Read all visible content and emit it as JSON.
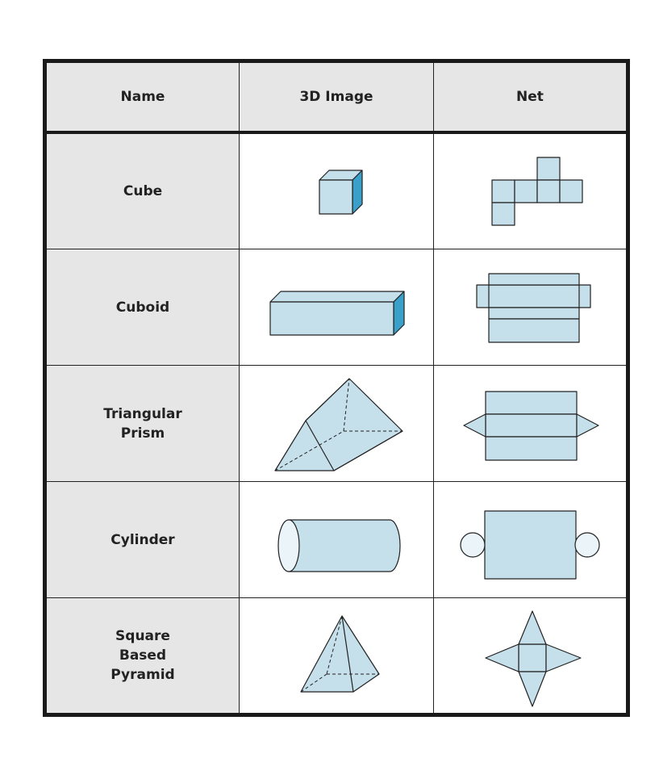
{
  "table": {
    "headers": {
      "name": "Name",
      "image": "3D Image",
      "net": "Net"
    },
    "rows": [
      {
        "name": "Cube",
        "image_icon": "cube-3d-icon",
        "net_icon": "cube-net-icon"
      },
      {
        "name": "Cuboid",
        "image_icon": "cuboid-3d-icon",
        "net_icon": "cuboid-net-icon"
      },
      {
        "name": "Triangular\nPrism",
        "image_icon": "triangular-prism-3d-icon",
        "net_icon": "triangular-prism-net-icon"
      },
      {
        "name": "Cylinder",
        "image_icon": "cylinder-3d-icon",
        "net_icon": "cylinder-net-icon"
      },
      {
        "name": "Square\nBased\nPyramid",
        "image_icon": "square-pyramid-3d-icon",
        "net_icon": "square-pyramid-net-icon"
      }
    ]
  },
  "colors": {
    "shape_fill": "#c5dfeb",
    "shape_side": "#3a9fc9",
    "header_bg": "#e6e6e6",
    "border": "#1a1a1a"
  }
}
